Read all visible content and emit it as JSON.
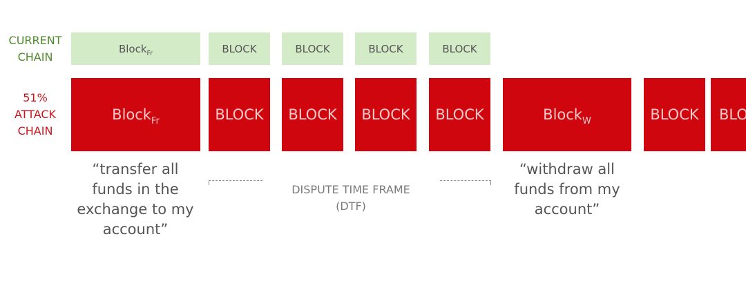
{
  "labels": {
    "current_chain": [
      "CURRENT",
      "CHAIN"
    ],
    "attack_chain": [
      "51%",
      "ATTACK",
      "CHAIN"
    ]
  },
  "current_chain": {
    "first_block": {
      "main": "Block",
      "sub": "Fr"
    },
    "blocks": [
      "BLOCK",
      "BLOCK",
      "BLOCK",
      "BLOCK"
    ]
  },
  "attack_chain": {
    "first_block": {
      "main": "Block",
      "sub": "Fr"
    },
    "blocks_before_w": [
      "BLOCK",
      "BLOCK",
      "BLOCK",
      "BLOCK"
    ],
    "withdraw_block": {
      "main": "Block",
      "sub": "W"
    },
    "blocks_after_w": [
      "BLOCK",
      "BLO"
    ]
  },
  "annotations": {
    "transfer_quote": [
      "“transfer all",
      "funds in the",
      "exchange to my",
      "account”"
    ],
    "dtf": [
      "DISPUTE TIME FRAME",
      "(DTF)"
    ],
    "withdraw_quote": [
      "“withdraw all",
      "funds from my",
      "account”"
    ]
  },
  "colors": {
    "current_fill": "#d3ebc6",
    "current_label": "#4f8a2b",
    "attack_fill": "#d0060e",
    "attack_label": "#c8151b"
  }
}
